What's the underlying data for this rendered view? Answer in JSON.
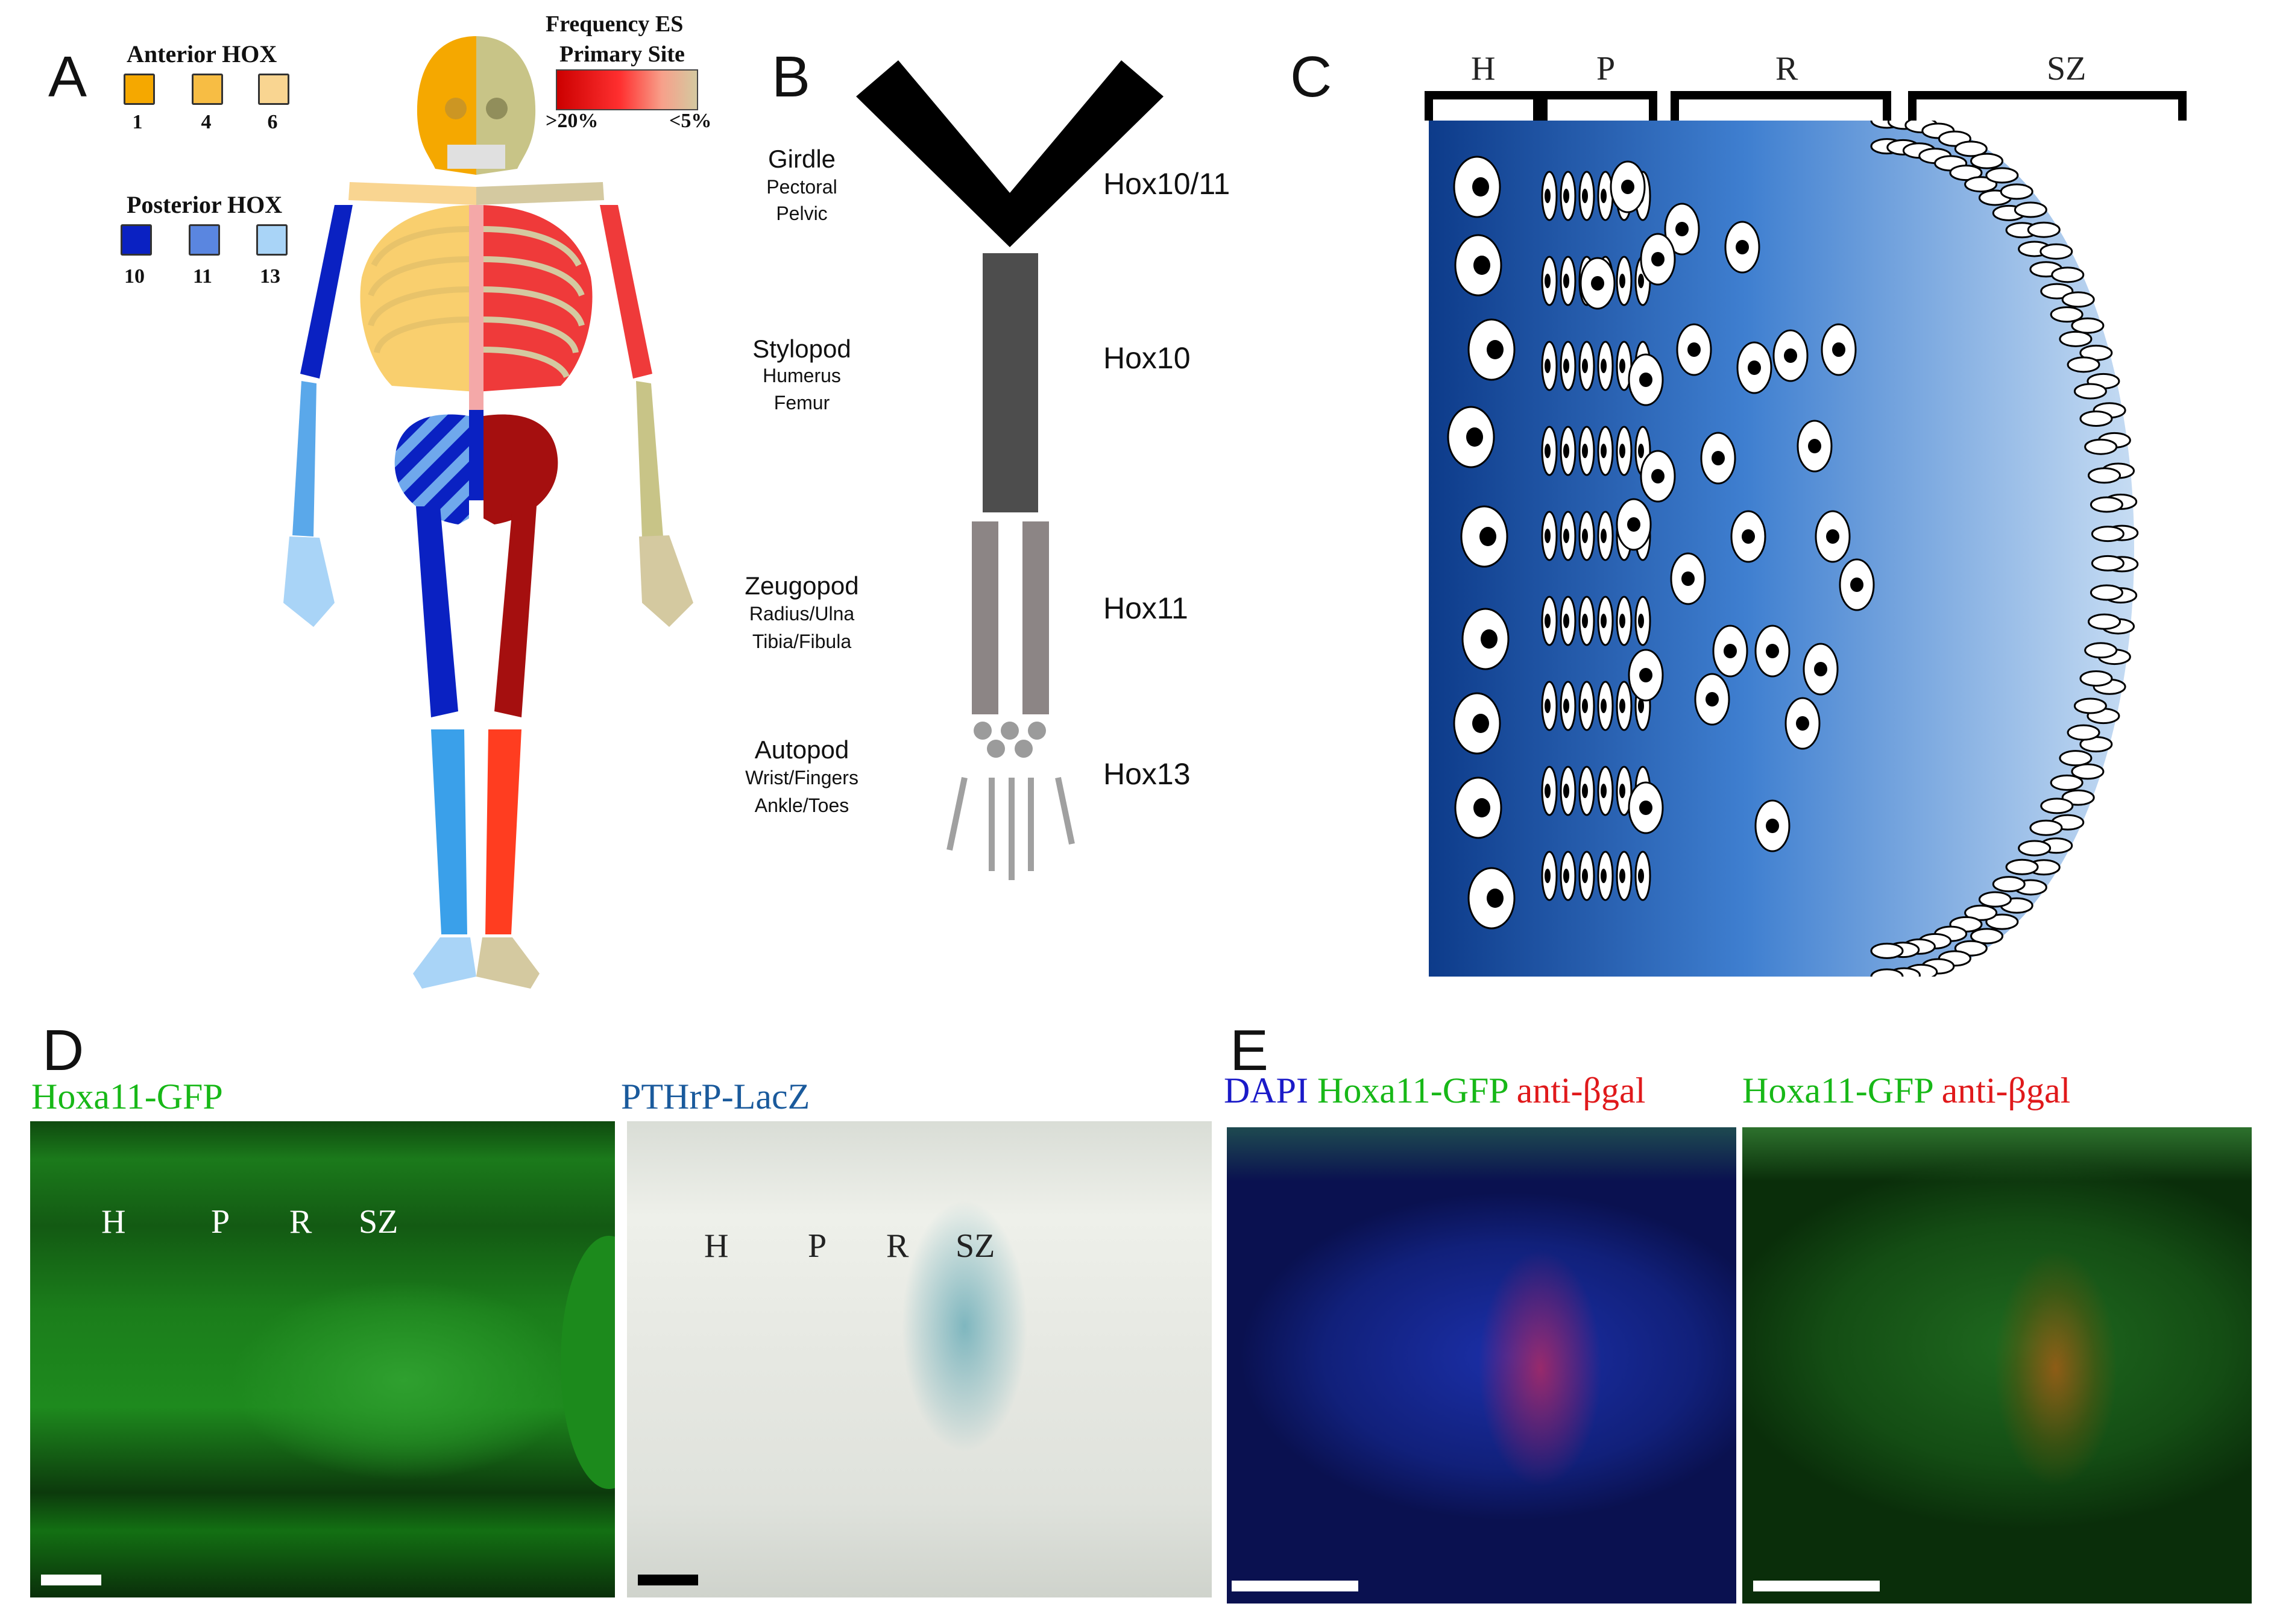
{
  "panels": {
    "A": {
      "label": "A",
      "anterior_title": "Anterior HOX",
      "anterior_swatches": [
        {
          "num": "1",
          "color": "#f5a800"
        },
        {
          "num": "4",
          "color": "#f7bd44"
        },
        {
          "num": "6",
          "color": "#f9d591"
        }
      ],
      "posterior_title": "Posterior HOX",
      "posterior_swatches": [
        {
          "num": "10",
          "color": "#0a21c2"
        },
        {
          "num": "11",
          "color": "#5a86e0"
        },
        {
          "num": "13",
          "color": "#a9d4f7"
        }
      ],
      "freq_title_1": "Frequency ES",
      "freq_title_2": "Primary Site",
      "freq_low": ">20%",
      "freq_high": "<5%",
      "freq_colors": [
        "#cc0000",
        "#ff3333",
        "#d4c9a0"
      ]
    },
    "B": {
      "label": "B",
      "segments": [
        {
          "name": "Girdle",
          "sub1": "Pectoral",
          "sub2": "Pelvic",
          "hox": "Hox10/11"
        },
        {
          "name": "Stylopod",
          "sub1": "Humerus",
          "sub2": "Femur",
          "hox": "Hox10"
        },
        {
          "name": "Zeugopod",
          "sub1": "Radius/Ulna",
          "sub2": "Tibia/Fibula",
          "hox": "Hox11"
        },
        {
          "name": "Autopod",
          "sub1": "Wrist/Fingers",
          "sub2": "Ankle/Toes",
          "hox": "Hox13"
        }
      ]
    },
    "C": {
      "label": "C",
      "zones": [
        "H",
        "P",
        "R",
        "SZ"
      ]
    },
    "D": {
      "label": "D",
      "caption_left": "Hoxa11-GFP",
      "caption_right": "PTHrP-LacZ",
      "zones": [
        "H",
        "P",
        "R",
        "SZ"
      ]
    },
    "E": {
      "label": "E",
      "cap1_a": "DAPI",
      "cap1_b": "Hoxa11-GFP",
      "cap1_c": "anti-βgal",
      "cap2_a": "Hoxa11-GFP",
      "cap2_b": "anti-βgal"
    }
  },
  "colors": {
    "gfp_green": "#17b817",
    "lacz_blue": "#1a5a9c",
    "dapi_blue": "#1a1ac8",
    "red": "#e0191b"
  }
}
